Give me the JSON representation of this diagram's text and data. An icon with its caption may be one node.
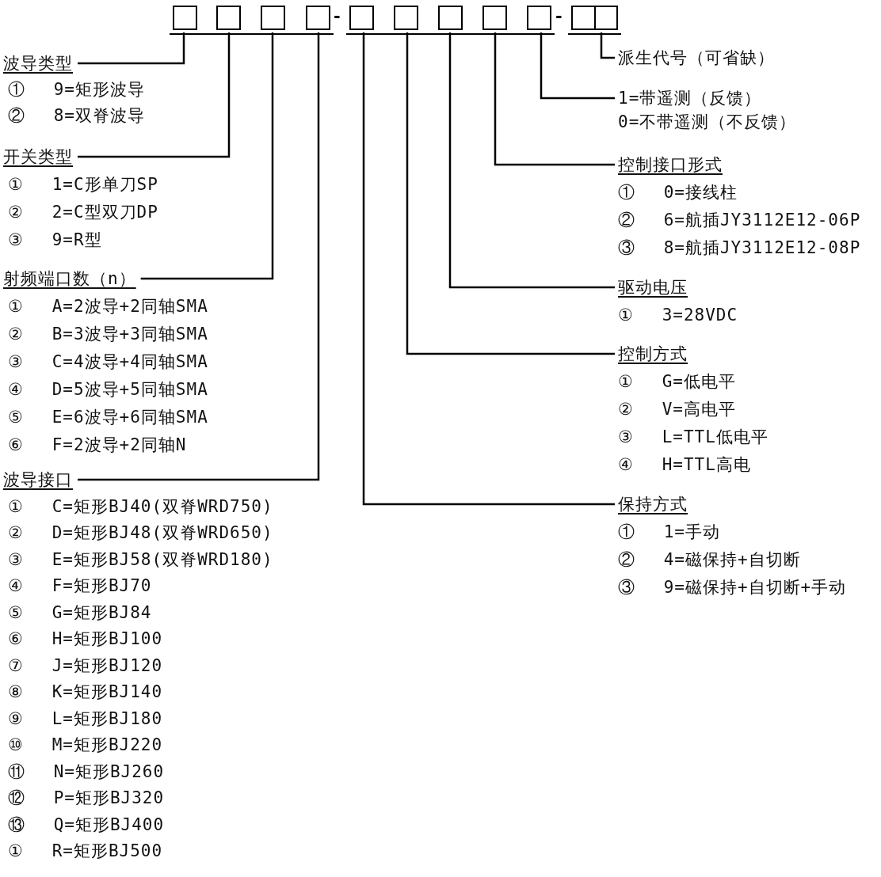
{
  "diagram": {
    "nodes": [
      {
        "text": [],
        "shape": "box"
      },
      {
        "text": [],
        "shape": "box"
      },
      {
        "text": [],
        "shape": "box"
      },
      {
        "text": [],
        "shape": "box"
      },
      {
        "text": [],
        "shape": "box"
      },
      {
        "text": [],
        "shape": "box"
      },
      {
        "text": [],
        "shape": "box"
      },
      {
        "text": [],
        "shape": "box"
      },
      {
        "text": [],
        "shape": "box"
      },
      {
        "text": [],
        "shape": "box"
      },
      {
        "text": [],
        "shape": "box"
      },
      {
        "text": [
          "波导类型"
        ],
        "beside": [
          "① 9=矩形波导",
          "② 8=双脊波导"
        ]
      },
      {
        "text": [
          "开关类型"
        ],
        "beside": [
          "① 1=C形单刀SP",
          "② 2=C型双刀DP",
          "③ 9=R型"
        ]
      },
      {
        "text": [
          "射频端口数（n）"
        ],
        "beside": [
          "① A=2波导+2同轴SMA",
          "② B=3波导+3同轴SMA",
          "③ C=4波导+4同轴SMA",
          "④ D=5波导+5同轴SMA",
          "⑤ E=6波导+6同轴SMA",
          "⑥ F=2波导+2同轴N"
        ]
      },
      {
        "text": [
          "波导接口"
        ],
        "beside": [
          "① C=矩形BJ40(双脊WRD750)",
          "② D=矩形BJ48(双脊WRD650)",
          "③ E=矩形BJ58(双脊WRD180)",
          "④ F=矩形BJ70",
          "⑤ G=矩形BJ84",
          "⑥ H=矩形BJ100",
          "⑦ J=矩形BJ120",
          "⑧ K=矩形BJ140",
          "⑨ L=矩形BJ180",
          "⑩ M=矩形BJ220",
          "⑪ N=矩形BJ260",
          "⑫ P=矩形BJ320",
          "⑬ Q=矩形BJ400",
          "① R=矩形BJ500"
        ]
      },
      {
        "text": [
          "派生代号（可省缺）"
        ]
      },
      {
        "text": [
          "1=带遥测（反馈）",
          "0=不带遥测（不反馈）"
        ]
      },
      {
        "text": [
          "控制接口形式"
        ],
        "beside": [
          "① 0=接线柱",
          "② 6=航插JY3112E12-06P",
          "③ 8=航插JY3112E12-08P"
        ]
      },
      {
        "text": [
          "驱动电压"
        ],
        "beside": [
          "① 3=28VDC"
        ]
      },
      {
        "text": [
          "控制方式"
        ],
        "beside": [
          "① G=低电平",
          "② V=高电平",
          "③ L=TTL低电平",
          "④ H=TTL高电"
        ]
      },
      {
        "text": [
          "保持方式"
        ],
        "beside": [
          "① 1=手动",
          "② 4=磁保持+自切断",
          "③ 9=磁保持+自切断+手动"
        ]
      }
    ],
    "edges": [
      {
        "from": 0,
        "to": 11,
        "arrow": "none"
      },
      {
        "from": 1,
        "to": 12,
        "arrow": "none"
      },
      {
        "from": 2,
        "to": 13,
        "arrow": "none"
      },
      {
        "from": 3,
        "to": 14,
        "arrow": "none"
      },
      {
        "from": 4,
        "to": 20,
        "arrow": "none"
      },
      {
        "from": 5,
        "to": 19,
        "arrow": "none"
      },
      {
        "from": 6,
        "to": 18,
        "arrow": "none"
      },
      {
        "from": 7,
        "to": 17,
        "arrow": "none"
      },
      {
        "from": 8,
        "to": 16,
        "arrow": "none"
      },
      {
        "from": 10,
        "to": 15,
        "arrow": "none"
      }
    ],
    "labels": [
      "-",
      "-"
    ]
  }
}
